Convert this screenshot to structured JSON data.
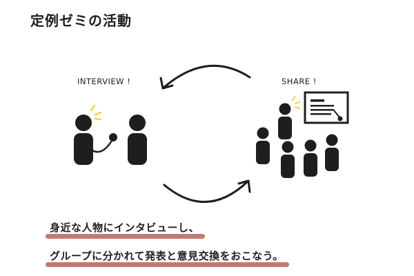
{
  "title": "定例ゼミの活動",
  "labels": {
    "interview": "INTERVIEW !",
    "share": "SHARE !"
  },
  "caption": {
    "line1": "身近な人物にインタビューし、",
    "line2": "グループに分かれて発表と意見交換をおこなう。"
  },
  "colors": {
    "ink": "#1e1e1e",
    "accent_yellow": "#f2d24b",
    "highlight": "#c47a70"
  },
  "icons": [
    "cycle-arrow-icon",
    "person-icon",
    "microphone-icon",
    "presentation-board-icon"
  ]
}
